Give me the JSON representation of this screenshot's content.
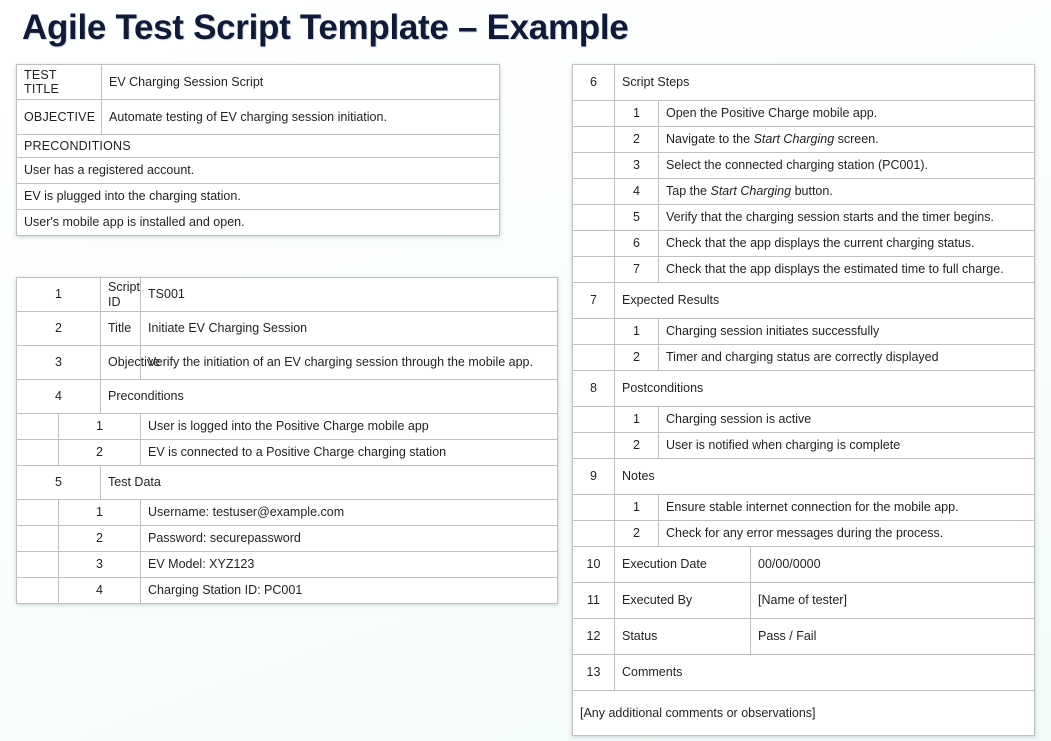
{
  "title": "Agile Test Script Template – Example",
  "colors": {
    "title": "#101a37",
    "number_cell": "#1b6f9b",
    "label_cell": "#cfeaf9",
    "sub_number_cell": "#7ed3f4",
    "gray_block": "#a6a6a6",
    "key_header": "#7dd3ee",
    "mint_value": "#e4f7f5",
    "orange_header": "#fbb540",
    "comment_box": "#e8f5fb"
  },
  "header_card": {
    "test_title_label": "TEST TITLE",
    "test_title_value": "EV Charging Session Script",
    "objective_label": "OBJECTIVE",
    "objective_value": "Automate testing of EV charging session initiation.",
    "preconditions_header": "PRECONDITIONS",
    "preconditions": [
      "User has a registered account.",
      "EV is plugged into the charging station.",
      "User's mobile app is installed and open."
    ]
  },
  "left_table": {
    "rows": [
      {
        "num": "1",
        "label": "Script ID",
        "value": "TS001"
      },
      {
        "num": "2",
        "label": "Title",
        "value": "Initiate EV Charging Session"
      },
      {
        "num": "3",
        "label": "Objective",
        "value": "Verify the initiation of an EV charging session through the mobile app."
      }
    ],
    "preconditions_section": {
      "num": "4",
      "title": "Preconditions",
      "items": [
        {
          "num": "1",
          "text": "User is logged into the Positive Charge mobile app"
        },
        {
          "num": "2",
          "text": "EV is connected to a Positive Charge charging station"
        }
      ]
    },
    "test_data_section": {
      "num": "5",
      "title": "Test Data",
      "items": [
        {
          "num": "1",
          "text": "Username: testuser@example.com"
        },
        {
          "num": "2",
          "text": "Password: securepassword"
        },
        {
          "num": "3",
          "text": "EV Model: XYZ123"
        },
        {
          "num": "4",
          "text": "Charging Station ID: PC001"
        }
      ]
    }
  },
  "right_table": {
    "script_steps": {
      "num": "6",
      "title": "Script Steps",
      "items": [
        {
          "num": "1",
          "pre": "Open the Positive Charge mobile app.",
          "italic": "",
          "post": ""
        },
        {
          "num": "2",
          "pre": "Navigate to the ",
          "italic": "Start Charging",
          "post": " screen."
        },
        {
          "num": "3",
          "pre": "Select the connected charging station (PC001).",
          "italic": "",
          "post": ""
        },
        {
          "num": "4",
          "pre": "Tap the ",
          "italic": "Start Charging",
          "post": " button."
        },
        {
          "num": "5",
          "pre": "Verify that the charging session starts and the timer begins.",
          "italic": "",
          "post": ""
        },
        {
          "num": "6",
          "pre": "Check that the app displays the current charging status.",
          "italic": "",
          "post": ""
        },
        {
          "num": "7",
          "pre": "Check that the app displays the estimated time to full charge.",
          "italic": "",
          "post": ""
        }
      ]
    },
    "expected_results": {
      "num": "7",
      "title": "Expected Results",
      "items": [
        {
          "num": "1",
          "text": "Charging session initiates successfully"
        },
        {
          "num": "2",
          "text": "Timer and charging status are correctly displayed"
        }
      ]
    },
    "postconditions": {
      "num": "8",
      "title": "Postconditions",
      "items": [
        {
          "num": "1",
          "text": "Charging session is active"
        },
        {
          "num": "2",
          "text": "User is notified when charging is complete"
        }
      ]
    },
    "notes": {
      "num": "9",
      "title": "Notes",
      "items": [
        {
          "num": "1",
          "text": "Ensure stable internet connection for the mobile app."
        },
        {
          "num": "2",
          "text": "Check for any error messages during the process."
        }
      ]
    },
    "execution_date": {
      "num": "10",
      "label": "Execution Date",
      "value": "00/00/0000"
    },
    "executed_by": {
      "num": "11",
      "label": "Executed By",
      "value": "[Name of tester]"
    },
    "status": {
      "num": "12",
      "label": "Status",
      "value": "Pass / Fail"
    },
    "comments": {
      "num": "13",
      "label": "Comments",
      "value": "[Any additional comments or observations]"
    }
  }
}
